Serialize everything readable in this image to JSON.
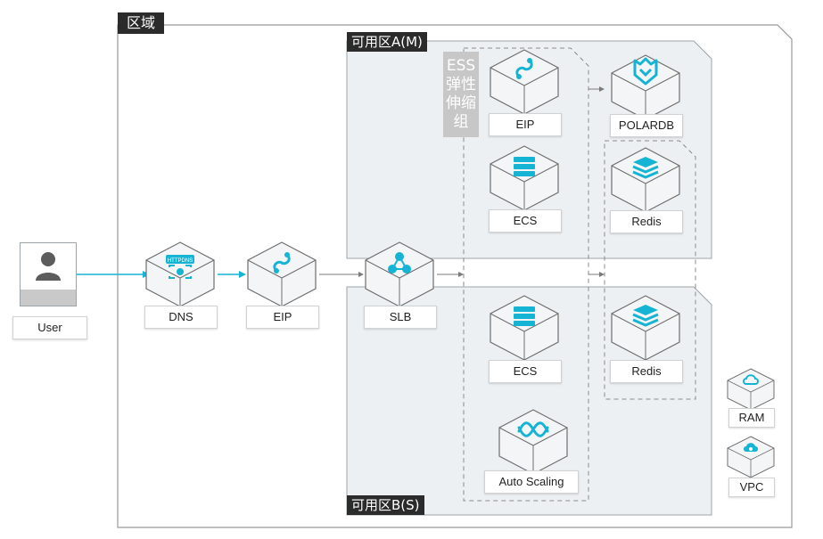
{
  "colors": {
    "accent": "#16b4d4",
    "zone_fill": "#edf0f2",
    "dark": "#2b2b2b",
    "ess": "#c7c7c7"
  },
  "region": {
    "label": "区域"
  },
  "zones": {
    "a": {
      "label": "可用区A(M)"
    },
    "b": {
      "label": "可用区B(S)"
    }
  },
  "ess": {
    "line1": "ESS",
    "line2": "弹性",
    "line3": "伸缩",
    "line4": "组"
  },
  "user": {
    "label": "User",
    "icon": "user-icon"
  },
  "nodes": {
    "dns": {
      "label": "DNS",
      "icon": "httpdns-icon"
    },
    "eip_main": {
      "label": "EIP",
      "icon": "eip-icon"
    },
    "slb": {
      "label": "SLB",
      "icon": "slb-icon"
    },
    "eip_a": {
      "label": "EIP",
      "icon": "eip-icon"
    },
    "polardb": {
      "label": "POLARDB",
      "icon": "polardb-icon"
    },
    "ecs_a": {
      "label": "ECS",
      "icon": "ecs-icon"
    },
    "redis_a": {
      "label": "Redis",
      "icon": "redis-icon"
    },
    "ecs_b": {
      "label": "ECS",
      "icon": "ecs-icon"
    },
    "redis_b": {
      "label": "Redis",
      "icon": "redis-icon"
    },
    "autoscaling": {
      "label": "Auto Scaling",
      "icon": "autoscaling-icon"
    },
    "ram": {
      "label": "RAM",
      "icon": "ram-icon"
    },
    "vpc": {
      "label": "VPC",
      "icon": "vpc-icon"
    }
  },
  "dns_icon_text": "HTTPDNS"
}
